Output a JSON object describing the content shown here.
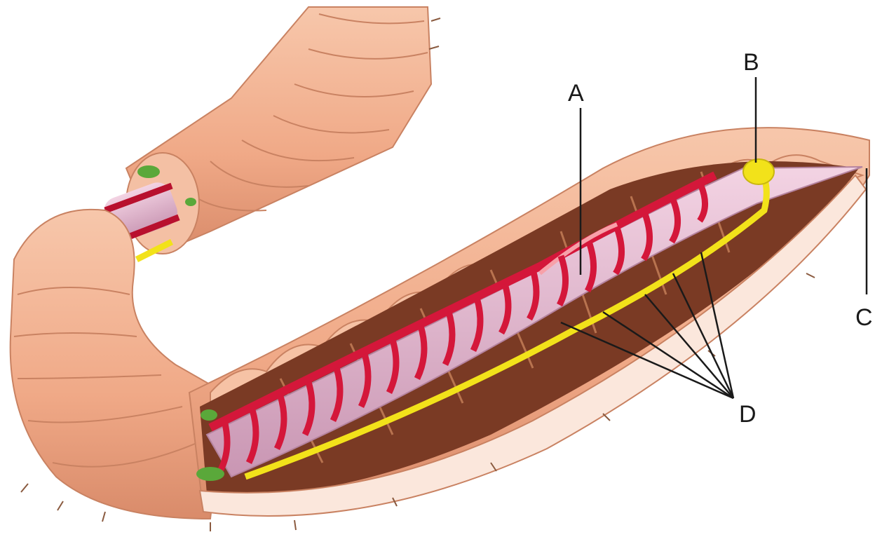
{
  "labels": {
    "a": "A",
    "b": "B",
    "c": "C",
    "d": "D"
  },
  "colors": {
    "skin": "#f2b08f",
    "skin_shadow": "#d98f6e",
    "cavity": "#7a3a24",
    "gut": "#e7b6cf",
    "blood_vessel": "#d4173a",
    "nerve": "#f2e21a",
    "nephridia": "#5aa83a"
  }
}
